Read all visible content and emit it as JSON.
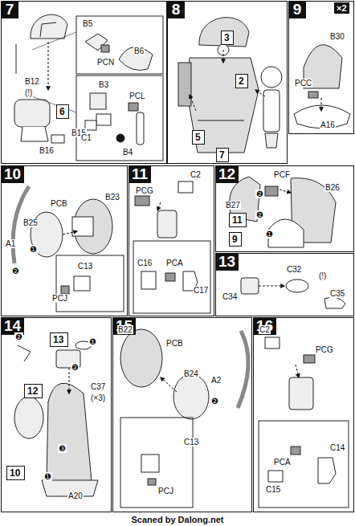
{
  "diagram": {
    "nodes": [
      {
        "text": [
          "7"
        ]
      },
      {
        "text": [
          "8"
        ]
      },
      {
        "text": [
          "9"
        ]
      },
      {
        "text": [
          "10"
        ]
      },
      {
        "text": [
          "11"
        ]
      },
      {
        "text": [
          "12"
        ]
      },
      {
        "text": [
          "13"
        ]
      },
      {
        "text": [
          "14"
        ]
      },
      {
        "text": [
          "15"
        ]
      },
      {
        "text": [
          "16"
        ]
      },
      {
        "text": [
          "6"
        ],
        "in": 0
      },
      {
        "text": [
          "3"
        ],
        "in": 1
      },
      {
        "text": [
          "2"
        ],
        "in": 1
      },
      {
        "text": [
          "5"
        ],
        "in": 1
      },
      {
        "text": [
          "7"
        ],
        "in": 1
      },
      {
        "text": [
          "11"
        ],
        "in": 5
      },
      {
        "text": [
          "9"
        ],
        "in": 5
      },
      {
        "text": [
          "13"
        ],
        "in": 7
      },
      {
        "text": [
          "12"
        ],
        "in": 7
      },
      {
        "text": [
          "10"
        ],
        "in": 7
      }
    ],
    "labels": [
      "B5",
      "B6",
      "PCN",
      "B12",
      "(!)",
      "B15",
      "B16",
      "B3",
      "PCL",
      "C1",
      "B4",
      "×2",
      "B30",
      "PCC",
      "A16",
      "PCB",
      "B23",
      "B25",
      "A1",
      "❶",
      "❷",
      "C13",
      "PCJ",
      "PCG",
      "C2",
      "C16",
      "PCA",
      "C17",
      "PCF",
      "B26",
      "B27",
      "❷",
      "❷",
      "❶",
      "C34",
      "C32",
      "(!)",
      "C35",
      "❷",
      "❶",
      "❷",
      "C37",
      "(×3)",
      "❸",
      "❶",
      "A20",
      "B22",
      "PCB",
      "B24",
      "A2",
      "❷",
      "C13",
      "PCJ",
      "C2",
      "PCG",
      "PCA",
      "C14",
      "C15",
      "Scaned by Dalong.net"
    ]
  }
}
